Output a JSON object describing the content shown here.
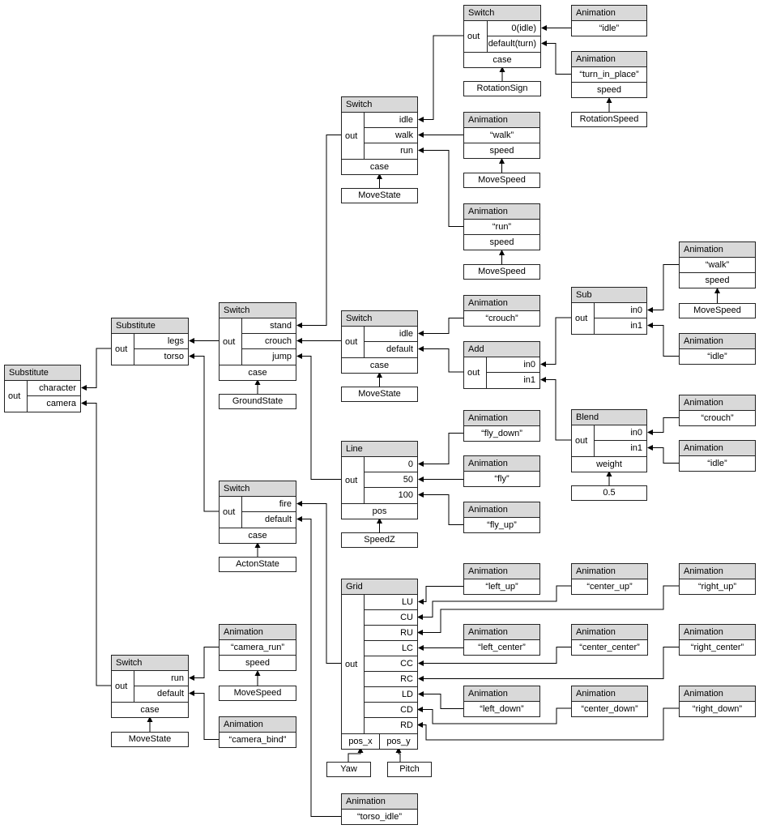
{
  "nodes": {
    "root": {
      "kind": "op",
      "title": "Substitute",
      "out": "out",
      "inputs": [
        "character",
        "camera"
      ],
      "footer": []
    },
    "sub2": {
      "kind": "op",
      "title": "Substitute",
      "out": "out",
      "inputs": [
        "legs",
        "torso"
      ],
      "footer": []
    },
    "swG": {
      "kind": "op",
      "title": "Switch",
      "out": "out",
      "inputs": [
        "stand",
        "crouch",
        "jump"
      ],
      "footer": [
        "case"
      ]
    },
    "gState": {
      "kind": "value",
      "label": "GroundState"
    },
    "swM": {
      "kind": "op",
      "title": "Switch",
      "out": "out",
      "inputs": [
        "idle",
        "walk",
        "run"
      ],
      "footer": [
        "case"
      ]
    },
    "mState1": {
      "kind": "value",
      "label": "MoveState"
    },
    "swR": {
      "kind": "op",
      "title": "Switch",
      "out": "out",
      "inputs": [
        "0(idle)",
        "default(turn)"
      ],
      "footer": [
        "case"
      ]
    },
    "rSign": {
      "kind": "value",
      "label": "RotationSign"
    },
    "aIdle1": {
      "kind": "anim",
      "title": "Animation",
      "value": "“idle”"
    },
    "aTurn": {
      "kind": "anim",
      "title": "Animation",
      "value": "“turn_in_place”",
      "param": "speed"
    },
    "rSpeed": {
      "kind": "value",
      "label": "RotationSpeed"
    },
    "aWalk1": {
      "kind": "anim",
      "title": "Animation",
      "value": "“walk”",
      "param": "speed"
    },
    "mSpeed1": {
      "kind": "value",
      "label": "MoveSpeed"
    },
    "aRun": {
      "kind": "anim",
      "title": "Animation",
      "value": "“run”",
      "param": "speed"
    },
    "mSpeed2": {
      "kind": "value",
      "label": "MoveSpeed"
    },
    "aWalk2": {
      "kind": "anim",
      "title": "Animation",
      "value": "“walk”",
      "param": "speed"
    },
    "mSpeed3": {
      "kind": "value",
      "label": "MoveSpeed"
    },
    "swC": {
      "kind": "op",
      "title": "Switch",
      "out": "out",
      "inputs": [
        "idle",
        "default"
      ],
      "footer": [
        "case"
      ]
    },
    "mState2": {
      "kind": "value",
      "label": "MoveState"
    },
    "aCrouch1": {
      "kind": "anim",
      "title": "Animation",
      "value": "“crouch”"
    },
    "add": {
      "kind": "op",
      "title": "Add",
      "out": "out",
      "inputs": [
        "in0",
        "in1"
      ],
      "footer": []
    },
    "sub": {
      "kind": "op",
      "title": "Sub",
      "out": "out",
      "inputs": [
        "in0",
        "in1"
      ],
      "footer": []
    },
    "aIdle2": {
      "kind": "anim",
      "title": "Animation",
      "value": "“idle”"
    },
    "blend": {
      "kind": "op",
      "title": "Blend",
      "out": "out",
      "inputs": [
        "in0",
        "in1"
      ],
      "footer": [
        "weight"
      ]
    },
    "v05": {
      "kind": "value",
      "label": "0.5"
    },
    "aCrouch2": {
      "kind": "anim",
      "title": "Animation",
      "value": "“crouch”"
    },
    "aIdle3": {
      "kind": "anim",
      "title": "Animation",
      "value": "“idle”"
    },
    "line": {
      "kind": "op",
      "title": "Line",
      "out": "out",
      "inputs": [
        "0",
        "50",
        "100"
      ],
      "footer": [
        "pos"
      ]
    },
    "speedZ": {
      "kind": "value",
      "label": "SpeedZ"
    },
    "aFlyDown": {
      "kind": "anim",
      "title": "Animation",
      "value": "“fly_down”"
    },
    "aFly": {
      "kind": "anim",
      "title": "Animation",
      "value": "“fly”"
    },
    "aFlyUp": {
      "kind": "anim",
      "title": "Animation",
      "value": "“fly_up”"
    },
    "swA": {
      "kind": "op",
      "title": "Switch",
      "out": "out",
      "inputs": [
        "fire",
        "default"
      ],
      "footer": [
        "case"
      ]
    },
    "actonState": {
      "kind": "value",
      "label": "ActonState"
    },
    "grid": {
      "kind": "op",
      "title": "Grid",
      "out": "out",
      "inputs": [
        "LU",
        "CU",
        "RU",
        "LC",
        "CC",
        "RC",
        "LD",
        "CD",
        "RD"
      ],
      "footer": [
        "pos_x",
        "pos_y"
      ]
    },
    "yaw": {
      "kind": "value",
      "label": "Yaw"
    },
    "pitch": {
      "kind": "value",
      "label": "Pitch"
    },
    "gLU": {
      "kind": "anim",
      "title": "Animation",
      "value": "“left_up”"
    },
    "gCU": {
      "kind": "anim",
      "title": "Animation",
      "value": "“center_up”"
    },
    "gRU": {
      "kind": "anim",
      "title": "Animation",
      "value": "“right_up”"
    },
    "gLC": {
      "kind": "anim",
      "title": "Animation",
      "value": "“left_center”"
    },
    "gCC": {
      "kind": "anim",
      "title": "Animation",
      "value": "“center_center”"
    },
    "gRC": {
      "kind": "anim",
      "title": "Animation",
      "value": "“right_center”"
    },
    "gLD": {
      "kind": "anim",
      "title": "Animation",
      "value": "“left_down”"
    },
    "gCD": {
      "kind": "anim",
      "title": "Animation",
      "value": "“center_down”"
    },
    "gRD": {
      "kind": "anim",
      "title": "Animation",
      "value": "“right_down”"
    },
    "swCam": {
      "kind": "op",
      "title": "Switch",
      "out": "out",
      "inputs": [
        "run",
        "default"
      ],
      "footer": [
        "case"
      ]
    },
    "mState3": {
      "kind": "value",
      "label": "MoveState"
    },
    "aCamRun": {
      "kind": "anim",
      "title": "Animation",
      "value": "“camera_run”",
      "param": "speed"
    },
    "mSpeed4": {
      "kind": "value",
      "label": "MoveSpeed"
    },
    "aCamBind": {
      "kind": "anim",
      "title": "Animation",
      "value": "“camera_bind”"
    },
    "aTorso": {
      "kind": "anim",
      "title": "Animation",
      "value": "“torso_idle”"
    }
  },
  "edges": [
    {
      "from": "sub2",
      "to": "root",
      "input": 0
    },
    {
      "from": "swCam",
      "to": "root",
      "input": 1
    },
    {
      "from": "swG",
      "to": "sub2",
      "input": 0
    },
    {
      "from": "swA",
      "to": "sub2",
      "input": 1
    },
    {
      "from": "swM",
      "to": "swG",
      "input": 0
    },
    {
      "from": "swC",
      "to": "swG",
      "input": 1
    },
    {
      "from": "line",
      "to": "swG",
      "input": 2
    },
    {
      "from": "swR",
      "to": "swM",
      "input": 0
    },
    {
      "from": "aWalk1",
      "to": "swM",
      "input": 1
    },
    {
      "from": "aRun",
      "to": "swM",
      "input": 2
    },
    {
      "from": "aIdle1",
      "to": "swR",
      "input": 0
    },
    {
      "from": "aTurn",
      "to": "swR",
      "input": 1
    },
    {
      "from": "aCrouch1",
      "to": "swC",
      "input": 0
    },
    {
      "from": "add",
      "to": "swC",
      "input": 1
    },
    {
      "from": "sub",
      "to": "add",
      "input": 0
    },
    {
      "from": "blend",
      "to": "add",
      "input": 1
    },
    {
      "from": "aWalk2",
      "to": "sub",
      "input": 0
    },
    {
      "from": "aIdle2",
      "to": "sub",
      "input": 1
    },
    {
      "from": "aCrouch2",
      "to": "blend",
      "input": 0
    },
    {
      "from": "aIdle3",
      "to": "blend",
      "input": 1
    },
    {
      "from": "aFlyDown",
      "to": "line",
      "input": 0
    },
    {
      "from": "aFly",
      "to": "line",
      "input": 1
    },
    {
      "from": "aFlyUp",
      "to": "line",
      "input": 2
    },
    {
      "from": "grid",
      "to": "swA",
      "input": 0
    },
    {
      "from": "aTorso",
      "to": "swA",
      "input": 1
    },
    {
      "from": "aCamRun",
      "to": "swCam",
      "input": 0
    },
    {
      "from": "aCamBind",
      "to": "swCam",
      "input": 1
    },
    {
      "from": "gLU",
      "to": "grid",
      "input": 0
    },
    {
      "from": "gCU",
      "to": "grid",
      "input": 1
    },
    {
      "from": "gRU",
      "to": "grid",
      "input": 2
    },
    {
      "from": "gLC",
      "to": "grid",
      "input": 3
    },
    {
      "from": "gCC",
      "to": "grid",
      "input": 4
    },
    {
      "from": "gRC",
      "to": "grid",
      "input": 5
    },
    {
      "from": "gLD",
      "to": "grid",
      "input": 6
    },
    {
      "from": "gCD",
      "to": "grid",
      "input": 7
    },
    {
      "from": "gRD",
      "to": "grid",
      "input": 8
    },
    {
      "from": "gState",
      "to": "swG",
      "footer": 0
    },
    {
      "from": "mState1",
      "to": "swM",
      "footer": 0
    },
    {
      "from": "rSign",
      "to": "swR",
      "footer": 0
    },
    {
      "from": "rSpeed",
      "to": "aTurn",
      "footer": 0
    },
    {
      "from": "mSpeed1",
      "to": "aWalk1",
      "footer": 0
    },
    {
      "from": "mSpeed2",
      "to": "aRun",
      "footer": 0
    },
    {
      "from": "mSpeed3",
      "to": "aWalk2",
      "footer": 0
    },
    {
      "from": "mState2",
      "to": "swC",
      "footer": 0
    },
    {
      "from": "v05",
      "to": "blend",
      "footer": 0
    },
    {
      "from": "speedZ",
      "to": "line",
      "footer": 0
    },
    {
      "from": "actonState",
      "to": "swA",
      "footer": 0
    },
    {
      "from": "yaw",
      "to": "grid",
      "footer": 0
    },
    {
      "from": "pitch",
      "to": "grid",
      "footer": 1
    },
    {
      "from": "mState3",
      "to": "swCam",
      "footer": 0
    },
    {
      "from": "mSpeed4",
      "to": "aCamRun",
      "footer": 0
    }
  ]
}
